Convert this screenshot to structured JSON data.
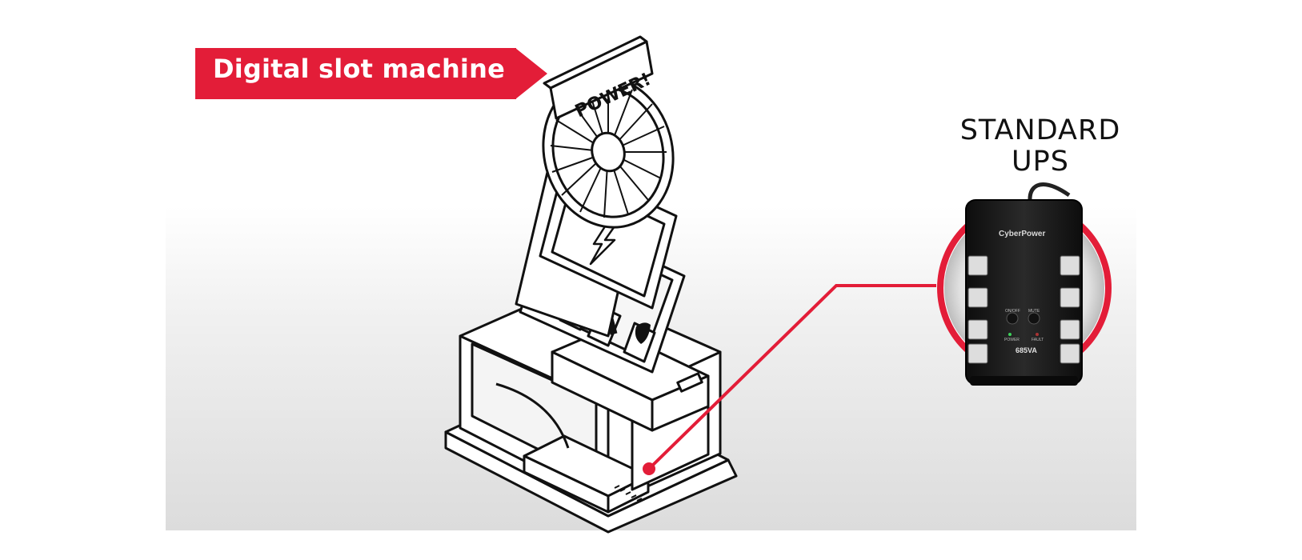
{
  "banner": {
    "text": "Digital slot machine",
    "color": "#e31d38"
  },
  "machine": {
    "sign_text": "POWER!"
  },
  "ups": {
    "title_line1": "STANDARD",
    "title_line2": "UPS",
    "brand": "CyberPower",
    "rating": "685VA",
    "on_off_label": "ON/OFF",
    "mute_label": "MUTE",
    "power_label": "POWER",
    "fault_label": "FAULT"
  },
  "colors": {
    "accent": "#e31d38",
    "ups_body": "#1c1c1c",
    "line_art": "#111111"
  }
}
